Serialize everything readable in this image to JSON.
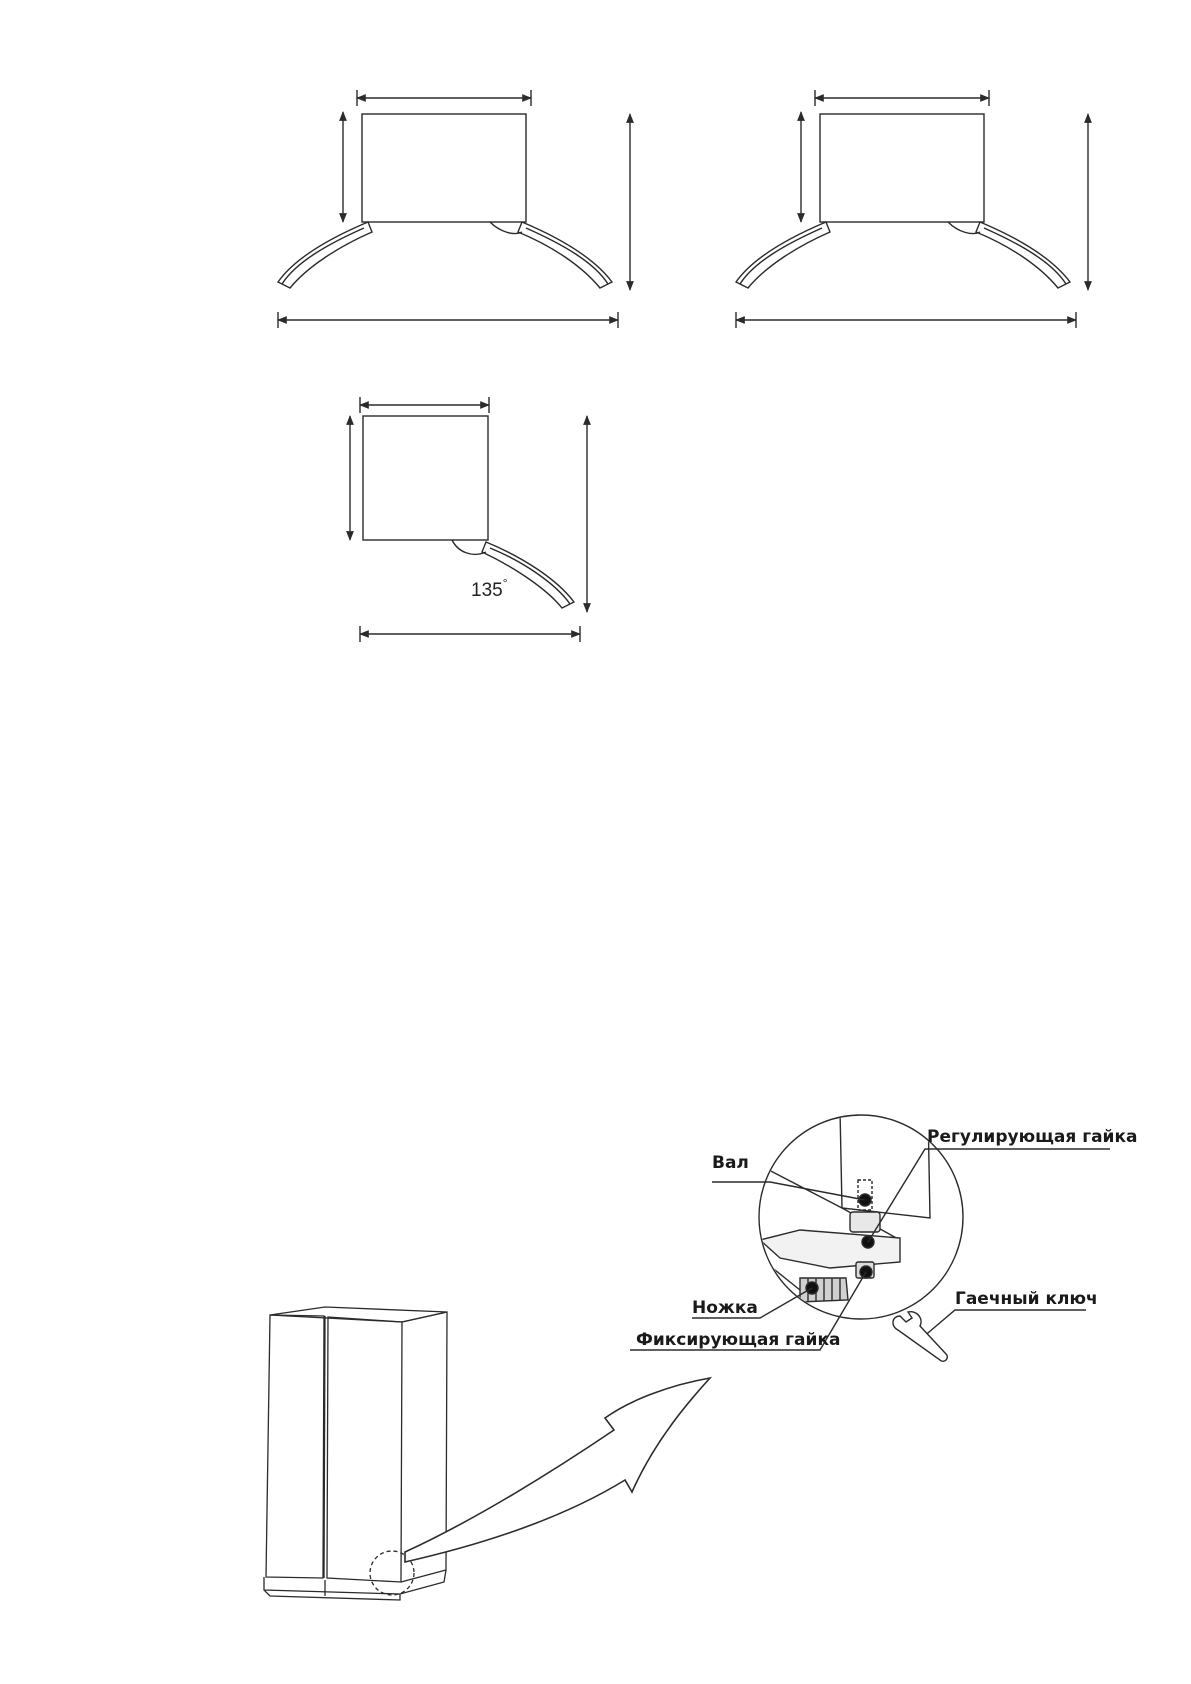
{
  "diagrams": {
    "door_clearance_single": {
      "angle_value": "135",
      "angle_unit": "°"
    }
  },
  "leveling_detail": {
    "labels": {
      "shaft": "Вал",
      "adjusting_nut": "Регулирующая гайка",
      "foot": "Ножка",
      "locking_nut": "Фиксирующая гайка",
      "wrench": "Гаечный ключ"
    },
    "icons": [
      "wrench-icon",
      "curved-arrow-icon",
      "zoom-circle-icon"
    ]
  },
  "colors": {
    "line": "#2b2b2b",
    "text": "#1a1a1a",
    "background": "#ffffff"
  }
}
